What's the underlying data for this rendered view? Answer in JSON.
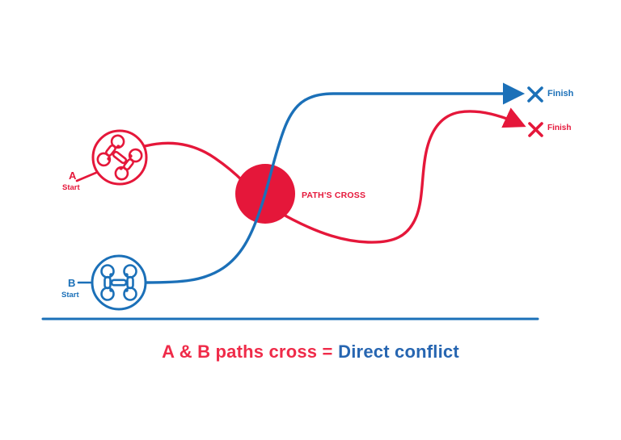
{
  "colors": {
    "background": "#ffffff",
    "red": "#e5173a",
    "blue": "#1b70b8",
    "caption_red": "#ef2b49",
    "caption_blue": "#2766b1"
  },
  "drone_a": {
    "label": "A",
    "sublabel": "Start"
  },
  "drone_b": {
    "label": "B",
    "sublabel": "Start"
  },
  "conflict": {
    "label": "PATH'S CROSS"
  },
  "finish_a": {
    "label": "Finish"
  },
  "finish_b": {
    "label": "Finish"
  },
  "caption": {
    "red_part": "A & B paths cross =",
    "blue_part": "Direct conflict"
  }
}
